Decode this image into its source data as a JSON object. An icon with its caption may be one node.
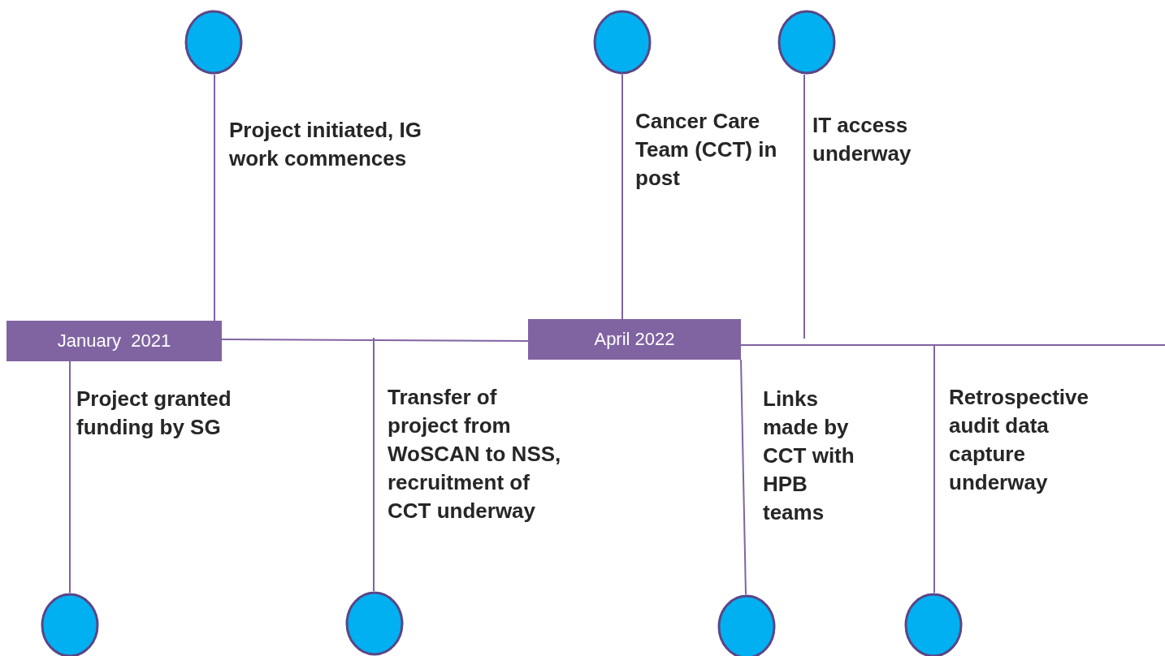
{
  "diagram": {
    "nodes": [
      {
        "text": [
          "January  2021"
        ]
      },
      {
        "text": [
          "April 2022"
        ]
      },
      {
        "text": [],
        "shape": "circle",
        "beside": [
          "Project initiated, IG work commences"
        ]
      },
      {
        "text": [],
        "shape": "circle",
        "beside": [
          "Cancer Care Team (CCT) in post"
        ]
      },
      {
        "text": [],
        "shape": "circle",
        "beside": [
          "IT access underway"
        ]
      },
      {
        "text": [],
        "shape": "circle"
      },
      {
        "text": [],
        "shape": "circle"
      },
      {
        "text": [],
        "shape": "circle"
      },
      {
        "text": [],
        "shape": "circle"
      }
    ],
    "edges": [
      {
        "from": 0,
        "to": 1,
        "arrow": "none"
      },
      {
        "from": 1,
        "to": null,
        "arrow": "none"
      },
      {
        "from": 2,
        "to": 0,
        "arrow": "none"
      },
      {
        "from": 3,
        "to": 1,
        "arrow": "none"
      },
      {
        "from": 4,
        "to": null,
        "arrow": "none"
      },
      {
        "from": 5,
        "to": 0,
        "arrow": "none"
      },
      {
        "from": 6,
        "to": null,
        "arrow": "none"
      },
      {
        "from": 7,
        "to": 1,
        "arrow": "none"
      },
      {
        "from": 8,
        "to": null,
        "arrow": "none"
      }
    ],
    "labels": [
      "Project granted funding by SG",
      "Transfer of project from WoSCAN to NSS, recruitment of CCT underway",
      "Links made by CCT with HPB teams",
      "Retrospective audit data capture underway"
    ]
  }
}
